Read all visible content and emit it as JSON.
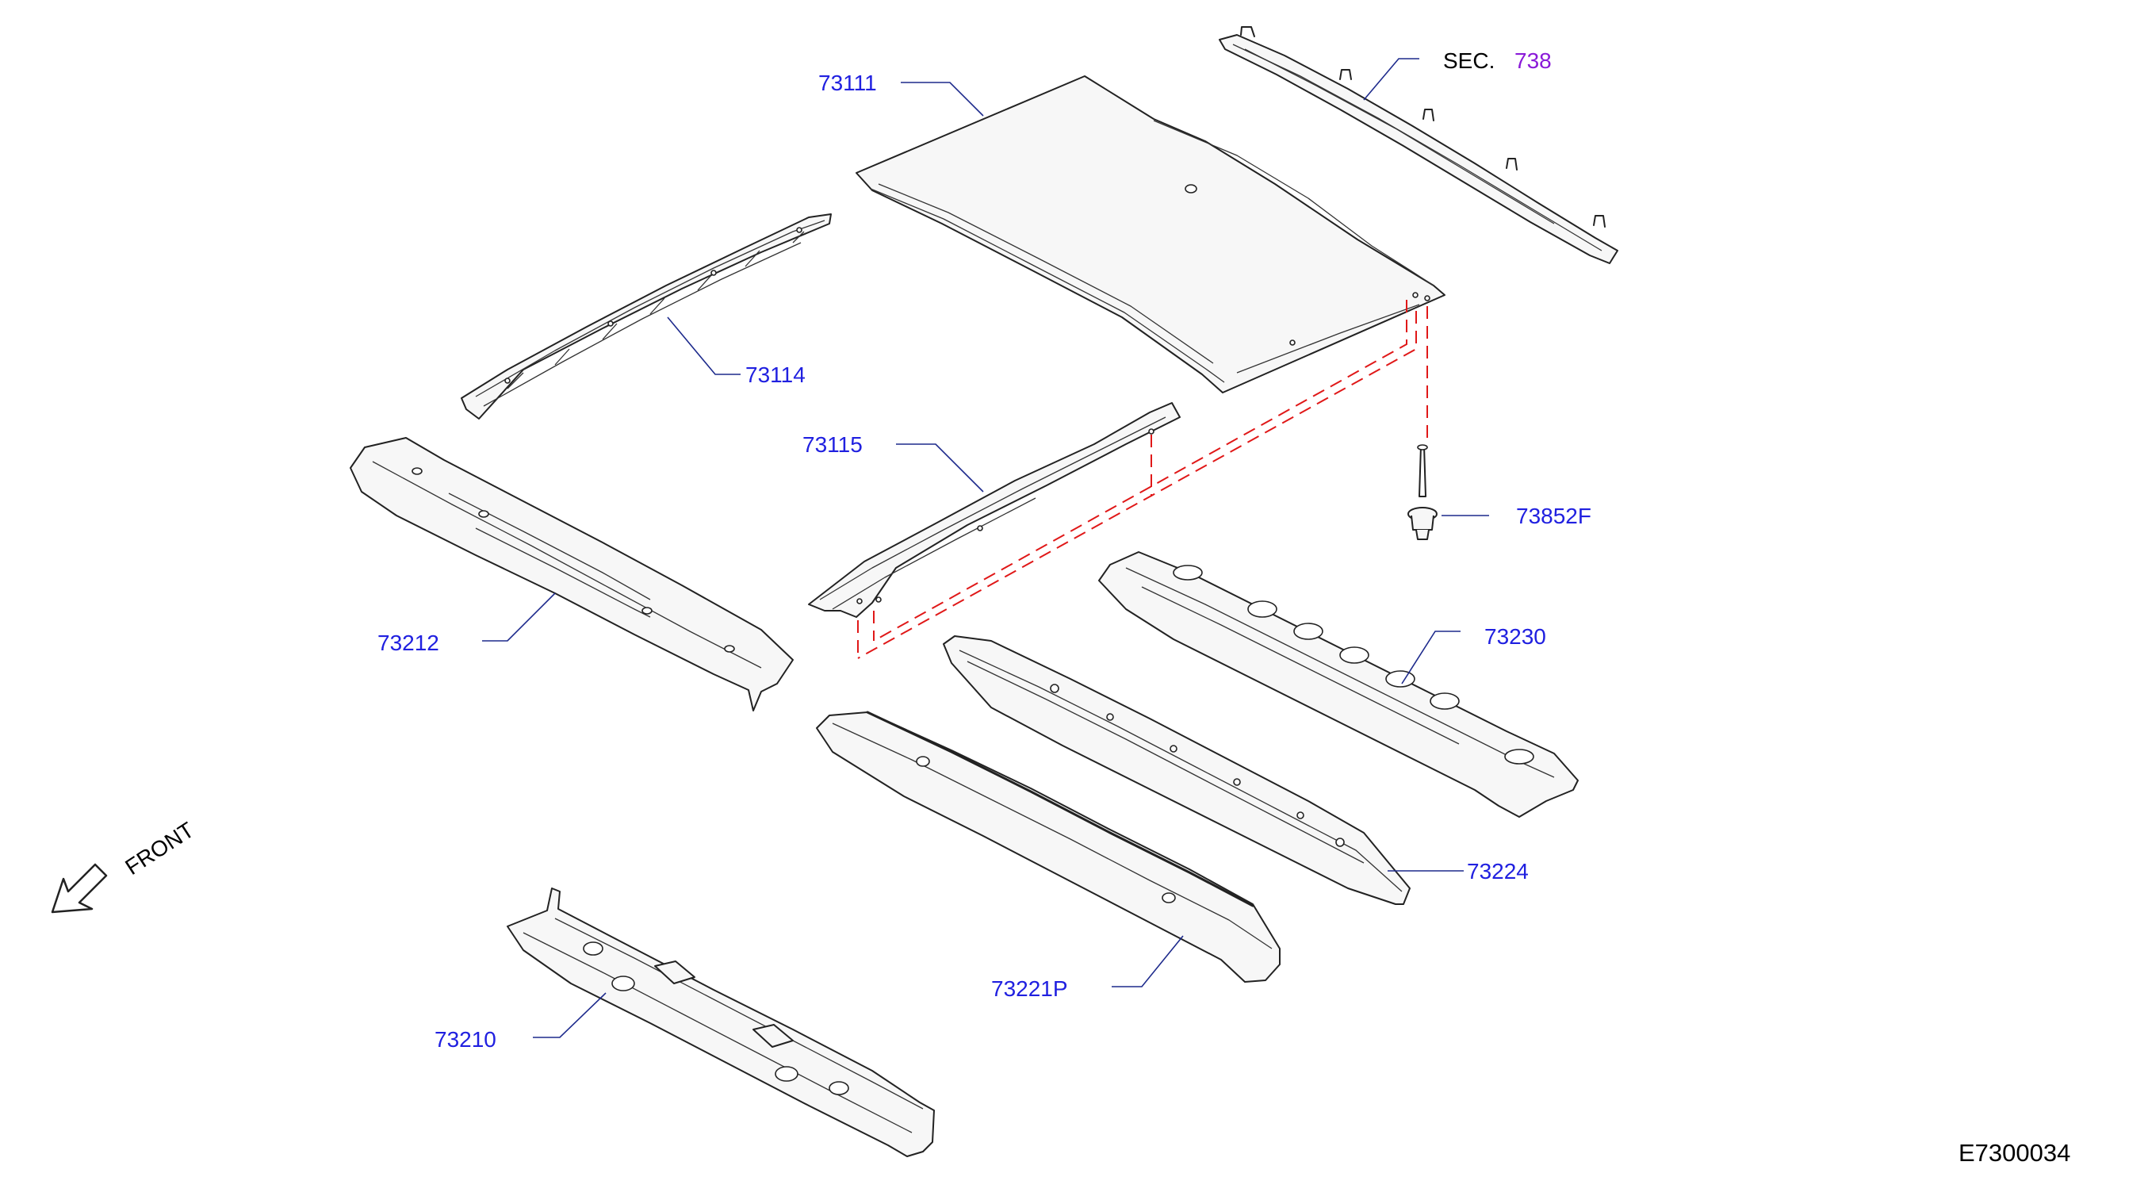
{
  "diagram_id": "E7300034",
  "front_label": "FRONT",
  "section_ref": {
    "prefix": "SEC.",
    "number": "738"
  },
  "parts": {
    "roof_panel": "73111",
    "front_roof_rail_reinforcement": "73114",
    "roof_bow_front": "73115",
    "clip": "73852F",
    "side_rail_inner_upper": "73212",
    "roof_bow_center": "73230",
    "roof_bow_center_2": "73224",
    "roof_bow_rear": "73221P",
    "front_header": "73210"
  },
  "colors": {
    "part_number": "#2020e0",
    "section_number": "#8a1ad8",
    "alignment_line": "#e01818",
    "leader_line": "#1d2a8c"
  }
}
